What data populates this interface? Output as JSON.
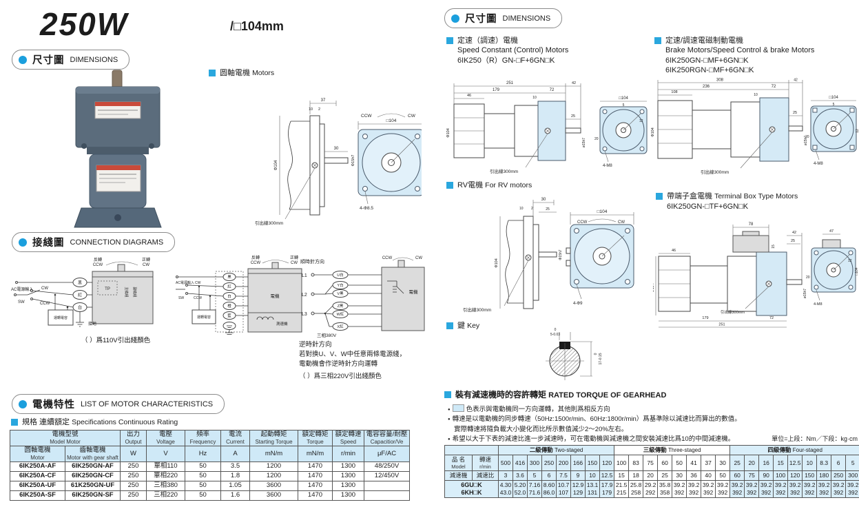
{
  "page": {
    "watt": "250W",
    "frame": "/□104mm"
  },
  "headers": {
    "dim_left_zh": "尺寸圖",
    "dim_left_en": "DIMENSIONS",
    "conn_zh": "接綫圖",
    "conn_en": "CONNECTION DIAGRAMS",
    "char_zh": "電機特性",
    "char_en": "LIST OF MOTOR CHARACTERISTICS",
    "dim_right_zh": "尺寸圖",
    "dim_right_en": "DIMENSIONS"
  },
  "labels": {
    "motors_zh": "圆軸電機",
    "motors_en": "Motors",
    "speed_zh": "定速（調速）電機",
    "speed_en": "Speed Constant (Control) Motors",
    "speed_model": "6IK250（R）GN-□F+6GN□K",
    "brake_zh": "定速/調速電磁制動電機",
    "brake_en": "Brake Motors/Speed Control & brake Motors",
    "brake_model1": "6IK250GN-□MF+6GN□K",
    "brake_model2": "6IK250RGN-□MF+6GN□K",
    "rv_zh": "RV電機",
    "rv_en": "For RV motors",
    "term_zh": "帶端子盒電機",
    "term_en": "Terminal Box Type Motors",
    "term_model": "6IK250GN-□TF+6GN□K",
    "key_zh": "鍵",
    "key_en": "Key",
    "gear_zh": "裝有減速機時的容許轉矩",
    "gear_en": "RATED TORQUE OF GEARHEAD",
    "spec_zh": "規格 連續額定",
    "spec_en": "Specifications Continuous Rating"
  },
  "conn": {
    "rev_zh": "反轉",
    "fwd_zh": "正轉",
    "ccw": "CCW",
    "cw": "CW",
    "ac": "AC電源輸入",
    "sw": "SW",
    "wires1": [
      "黑",
      "紅",
      "白"
    ],
    "wires2": [
      "黑",
      "紅",
      "白",
      "橙",
      "藍"
    ],
    "tp": "TP",
    "main_w": "主繞組",
    "aux_w": "副繞組",
    "cap": "運轉電容",
    "gnd": "接地",
    "motor": "電機",
    "tacho": "測速機",
    "cap110": "（ ）爲110V引出綫顏色",
    "cwdir": "順時針方向",
    "l": [
      "L1",
      "L2",
      "L3"
    ],
    "terms": [
      "U白",
      "Y白",
      "V黑",
      "Z黑",
      "W紅",
      "X紅"
    ],
    "p380": "三相380V",
    "notes": [
      "逆時針方向",
      "若對换U、V、W中任意兩條電源綫，",
      "電動機會作逆時針方向運轉",
      "（ ）爲三相220V引出綫顏色"
    ]
  },
  "dims": {
    "motors_side": [
      "37",
      "10",
      "2",
      "30",
      "Φ104",
      "Φ15h7",
      "引出線300mm"
    ],
    "motors_front": [
      "□104",
      "CCW",
      "CW",
      "4-Φ8.5"
    ],
    "a_side": [
      "251",
      "179",
      "46",
      "72",
      "42",
      "10",
      "25",
      "ø15h7",
      "Φ104",
      "引出線300mm"
    ],
    "a_front": [
      "□104",
      "5",
      "12",
      "20",
      "4-M8"
    ],
    "b_side": [
      "308",
      "236",
      "108",
      "72",
      "42",
      "10",
      "25",
      "ø15h7",
      "Φ104",
      "引出線300mm"
    ],
    "b_front": [
      "□104",
      "5",
      "12",
      "20",
      "4-M8"
    ],
    "rv_side": [
      "30",
      "10",
      "2",
      "25",
      "Φ104",
      "Φ15h7",
      "引出線300mm"
    ],
    "rv_front": [
      "□104",
      "CCW",
      "CW",
      "4-Φ9"
    ],
    "t_side": [
      "78",
      "46",
      "15",
      "42",
      "25",
      "ø15h7",
      "Φ104",
      "179",
      "72",
      "251",
      "引出線300mm"
    ],
    "t_front": [
      "47",
      "□104",
      "12",
      "20",
      "4-M8"
    ],
    "key": [
      "0",
      "5-0.03",
      "0",
      "17-0.15"
    ]
  },
  "motor_table": {
    "group_zh": "電機型號",
    "group_en": "Model Motor",
    "sub": [
      [
        "圆軸電機",
        "Motor"
      ],
      [
        "齒軸電機",
        "Motor with gear shaft"
      ]
    ],
    "cols": [
      [
        "出力",
        "Output",
        "W"
      ],
      [
        "電壓",
        "Voltage",
        "V"
      ],
      [
        "頻率",
        "Frequency",
        "Hz"
      ],
      [
        "電流",
        "Current",
        "A"
      ],
      [
        "起動轉矩",
        "Starting Torque",
        "mN/m"
      ],
      [
        "額定轉矩",
        "Torque",
        "mN/m"
      ],
      [
        "額定轉速",
        "Speed",
        "r/min"
      ],
      [
        "電容容量/耐壓",
        "Capacitior/Ve",
        "μF/AC"
      ]
    ],
    "rows": [
      [
        "6IK250A-AF",
        "6IK250GN-AF",
        "250",
        "單相110",
        "50",
        "3.5",
        "1200",
        "1470",
        "1300",
        "48/250V"
      ],
      [
        "6IK250A-CF",
        "6IK250GN-CF",
        "250",
        "單相220",
        "50",
        "1.8",
        "1200",
        "1470",
        "1300",
        "12/450V"
      ],
      [
        "6IK250A-UF",
        "61K250GN-UF",
        "250",
        "三相380",
        "50",
        "1.05",
        "3600",
        "1470",
        "1300",
        ""
      ],
      [
        "6IK250A-SF",
        "6IK250GN-SF",
        "250",
        "三相220",
        "50",
        "1.6",
        "3600",
        "1470",
        "1300",
        ""
      ]
    ]
  },
  "gear": {
    "unit_note": "單位=上段：Nm／下段：kg·cm",
    "notes": [
      {
        "b": 1,
        "swatch": 1,
        "t": "色表示與電動機同一方向運轉，其他則爲相反方向"
      },
      {
        "b": 1,
        "swatch": 0,
        "t": "轉速是以電動機的同步轉速（50Hz:1500r/min、60Hz:1800r/min）爲基準除以減速比而算出的數值。"
      },
      {
        "b": 0,
        "swatch": 0,
        "t": "實際轉速將隨負載大小變化而比所示數值減少2～20%左右。"
      },
      {
        "b": 1,
        "swatch": 0,
        "t": "希望以大于下表的減速比進一步減速時，可在電動機與減速機之間安裝減速比爲10的中間減速機。"
      }
    ],
    "corner_model_zh": "品 名",
    "corner_model_en": "Model",
    "corner_speed_zh": "轉速",
    "corner_speed_en": "r/min",
    "corner_gear": "減速機",
    "corner_ratio": "減速比",
    "groups": [
      {
        "zh": "二級傳動",
        "en": "Two-staged",
        "span": 8,
        "shade": true
      },
      {
        "zh": "三級傳動",
        "en": "Three-staged",
        "span": 8,
        "shade": false
      },
      {
        "zh": "四級傳動",
        "en": "Four-staged",
        "span": 9,
        "shade": true
      }
    ],
    "speeds": [
      "500",
      "416",
      "300",
      "250",
      "200",
      "166",
      "150",
      "120",
      "100",
      "83",
      "75",
      "60",
      "50",
      "41",
      "37",
      "30",
      "25",
      "20",
      "16",
      "15",
      "12.5",
      "10",
      "8.3",
      "6",
      "5"
    ],
    "ratios": [
      "3",
      "3.6",
      "5",
      "6",
      "7.5",
      "9",
      "10",
      "12.5",
      "15",
      "18",
      "20",
      "25",
      "30",
      "36",
      "40",
      "50",
      "60",
      "75",
      "90",
      "100",
      "120",
      "150",
      "180",
      "250",
      "300"
    ],
    "models": [
      "6GU□K",
      "6KH□K"
    ],
    "nm": [
      "4.30",
      "5.20",
      "7.16",
      "8.60",
      "10.7",
      "12.9",
      "13.1",
      "17.9",
      "21.5",
      "25.8",
      "29.2",
      "35.8",
      "39.2",
      "39.2",
      "39.2",
      "39.2",
      "39.2",
      "39.2",
      "39.2",
      "39.2",
      "39.2",
      "39.2",
      "39.2",
      "39.2",
      "39.2"
    ],
    "kgcm": [
      "43.0",
      "52.0",
      "71.6",
      "86.0",
      "107",
      "129",
      "131",
      "179",
      "215",
      "258",
      "292",
      "358",
      "392",
      "392",
      "392",
      "392",
      "392",
      "392",
      "392",
      "392",
      "392",
      "392",
      "392",
      "392",
      "392"
    ]
  },
  "colors": {
    "accent": "#1b9fdd",
    "table_header": "#cfe9f7",
    "shade": "#d9eef9",
    "draw_fill": "#d5eaf6"
  }
}
